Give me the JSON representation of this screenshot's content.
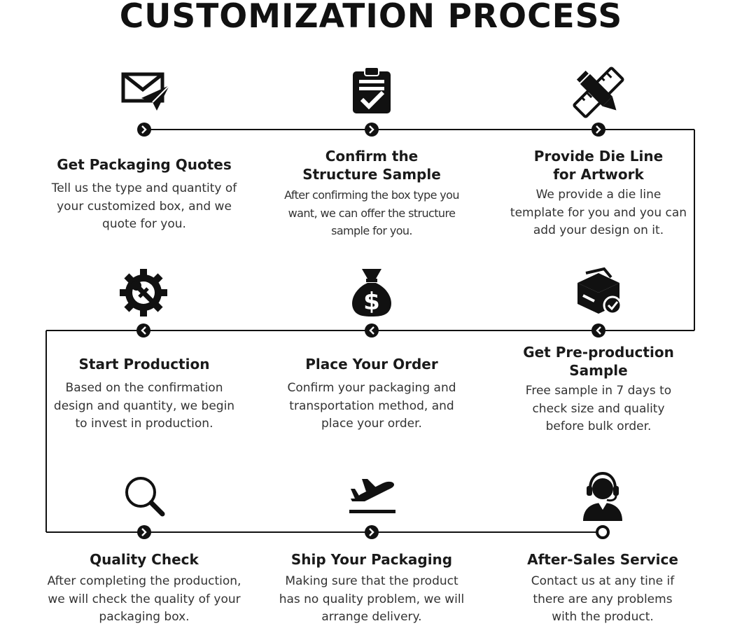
{
  "title": "CUSTOMIZATION PROCESS",
  "accent_color": "#111111",
  "steps": [
    {
      "title": "Get Packaging Quotes",
      "description": "Tell us the type and quantity of your customized box, and we quote for you.",
      "icon": "envelope-paper-plane-icon",
      "marker": "arrow-right"
    },
    {
      "title": "Confirm the Structure Sample",
      "description": "After confirming the box type you want, we can offer the structure sample for you.",
      "icon": "clipboard-check-icon",
      "marker": "arrow-right"
    },
    {
      "title": "Provide Die Line for Artwork",
      "description": "We provide a die line template for you and you can add your design on it.",
      "icon": "pencil-ruler-icon",
      "marker": "arrow-right"
    },
    {
      "title": "Get Pre-production Sample",
      "description": "Free sample in 7 days to check size and quality before bulk order.",
      "icon": "printer-check-icon",
      "marker": "arrow-left"
    },
    {
      "title": "Place Your Order",
      "description": "Confirm your packaging and transportation method, and place your order.",
      "icon": "money-bag-icon",
      "marker": "arrow-left"
    },
    {
      "title": "Start Production",
      "description": "Based on the confirmation design and quantity, we begin to invest in production.",
      "icon": "gear-wrench-icon",
      "marker": "arrow-left"
    },
    {
      "title": "Quality Check",
      "description": "After completing the production, we will check the quality of your packaging box.",
      "icon": "magnifier-icon",
      "marker": "arrow-right"
    },
    {
      "title": "Ship Your Packaging",
      "description": "Making sure that the product has no quality problem, we will arrange delivery.",
      "icon": "airplane-takeoff-icon",
      "marker": "arrow-right"
    },
    {
      "title": "After-Sales Service",
      "description": "Contact us at any tine if there are any problems with the product.",
      "icon": "headset-support-icon",
      "marker": "end-ring"
    }
  ]
}
